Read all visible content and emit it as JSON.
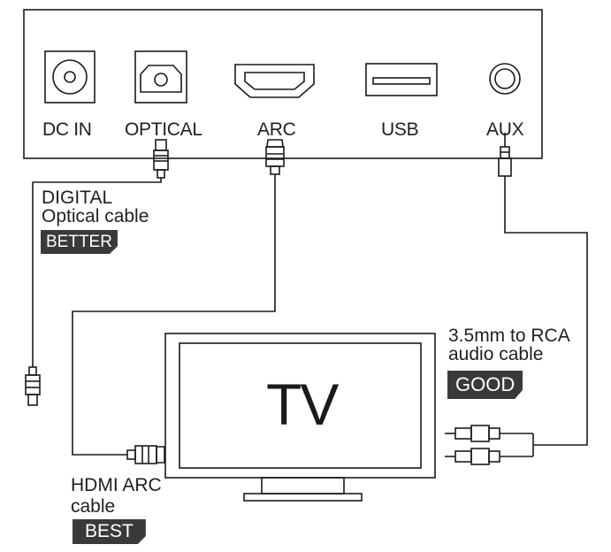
{
  "ports": {
    "dc_in": "DC IN",
    "optical": "OPTICAL",
    "arc": "ARC",
    "usb": "USB",
    "aux": "AUX"
  },
  "cables": {
    "optical": {
      "line1": "DIGITAL",
      "line2": "Optical cable",
      "rating": "BETTER"
    },
    "hdmi": {
      "line1": "HDMI ARC",
      "line2": "cable",
      "rating": "BEST"
    },
    "rca": {
      "line1": "3.5mm to RCA",
      "line2": "audio cable",
      "rating": "GOOD"
    }
  },
  "tv": {
    "label": "TV"
  },
  "colors": {
    "stroke": "#1a1a1a",
    "badge": "#3a3a3a",
    "background": "#ffffff"
  }
}
